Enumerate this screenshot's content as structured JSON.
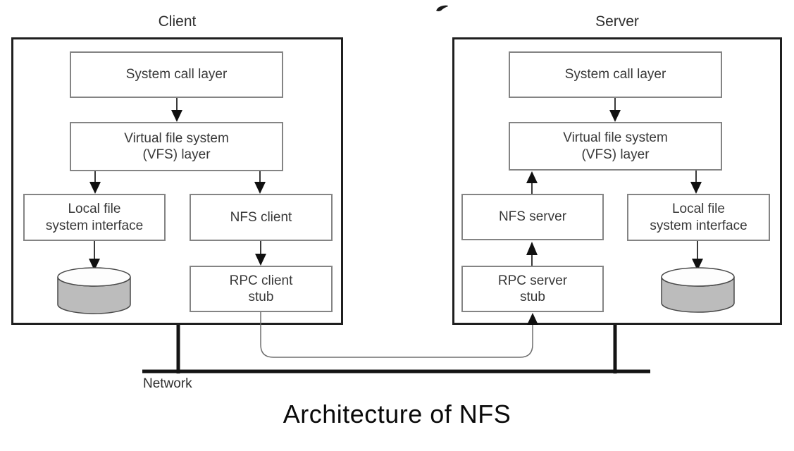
{
  "title": "Architecture of NFS",
  "network_label": "Network",
  "client": {
    "label": "Client",
    "boxes": {
      "system_call": "System call layer",
      "vfs": "Virtual file system\n(VFS) layer",
      "local_fs": "Local file\nsystem interface",
      "nfs": "NFS client",
      "rpc_stub": "RPC client\nstub"
    }
  },
  "server": {
    "label": "Server",
    "boxes": {
      "system_call": "System call layer",
      "vfs": "Virtual file system\n(VFS) layer",
      "nfs": "NFS server",
      "local_fs": "Local file\nsystem interface",
      "rpc_stub": "RPC server\nstub"
    }
  },
  "icons": {
    "client_disk": "disk-cylinder",
    "server_disk": "disk-cylinder"
  },
  "colors": {
    "outer_border": "#1f1f1f",
    "box_border": "#848484",
    "text": "#383838",
    "line": "#3a3a3a",
    "thick_line": "#141414",
    "disk_fill": "#bcbcbc",
    "curve_line": "#6e6e6e"
  }
}
